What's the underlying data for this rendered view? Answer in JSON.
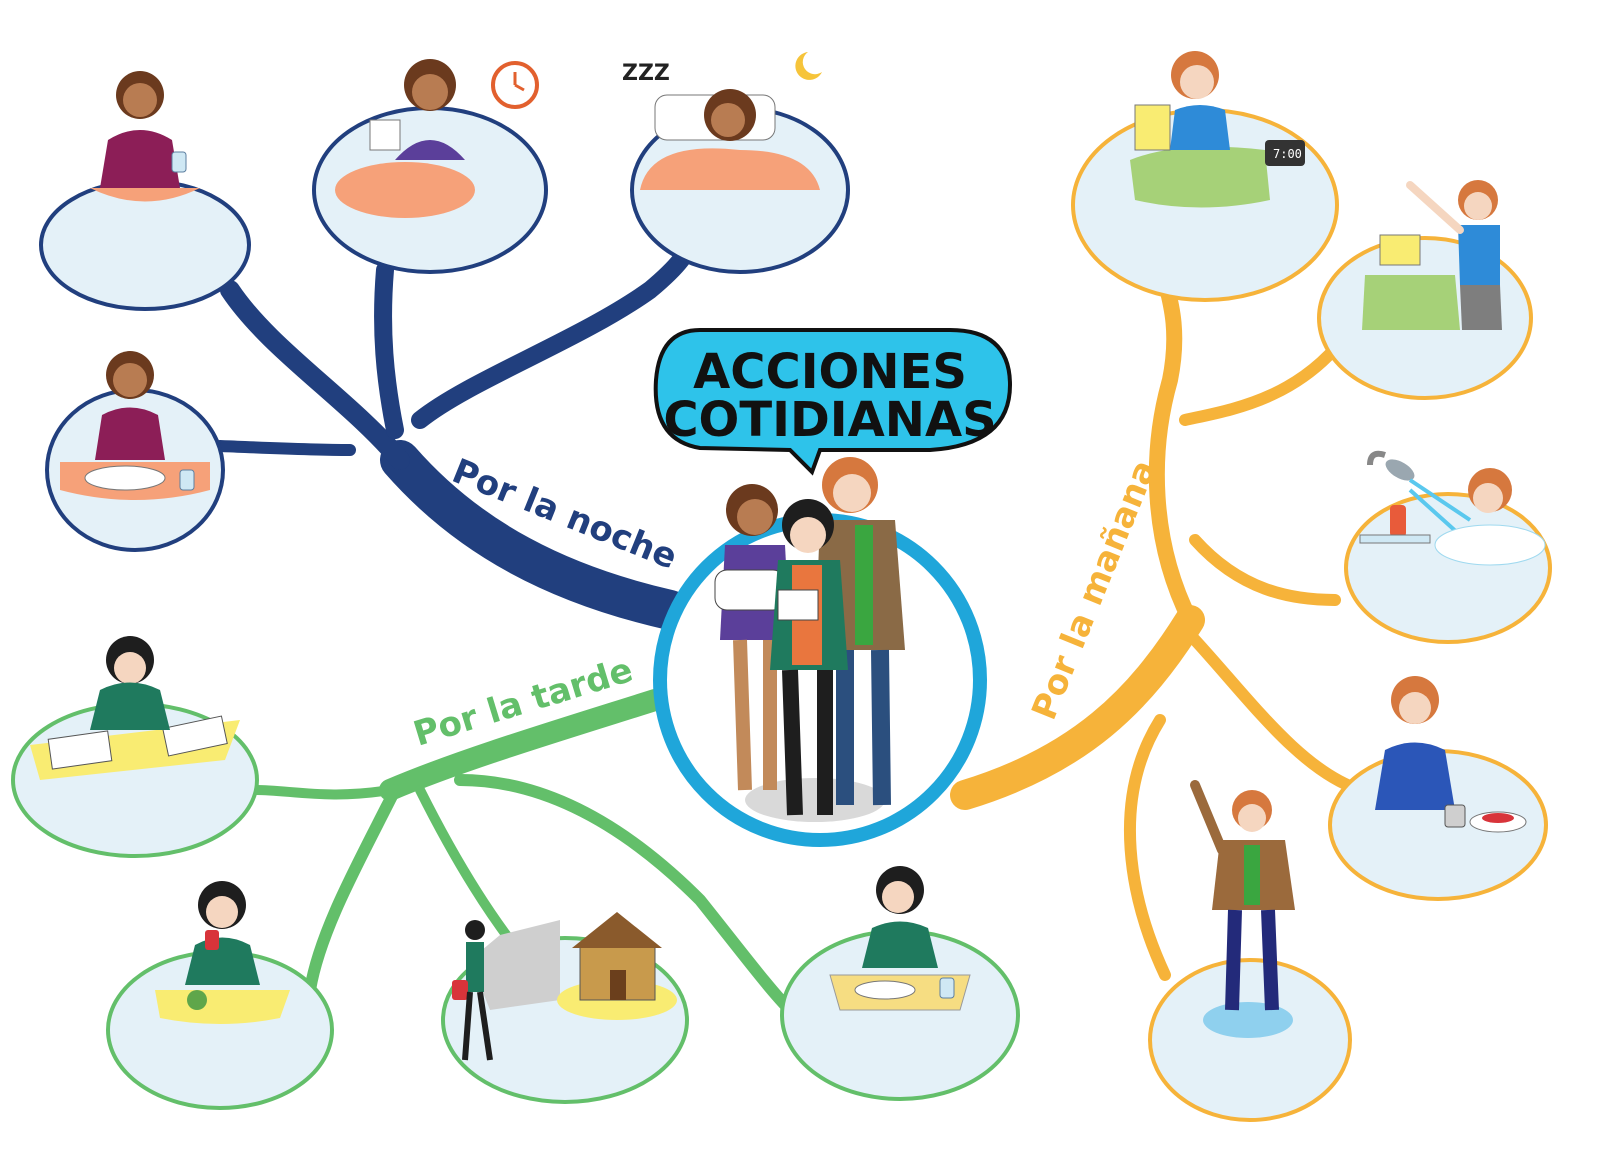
{
  "title": {
    "line1": "ACCIONES",
    "line2": "COTIDIANAS",
    "bubble_color": "#2ec3ea"
  },
  "center": {
    "ring_color": "#1fa6da",
    "fill_color": "#ffffff",
    "illustration": "three-teenagers"
  },
  "branches": [
    {
      "id": "noche",
      "label": "Por la noche",
      "color": "#213f7e",
      "activities": [
        "eating-snack-at-table",
        "yawning-in-bed",
        "sleeping-in-bed",
        "eating-dinner"
      ]
    },
    {
      "id": "tarde",
      "label": "Por la tarde",
      "color": "#63bf6a",
      "activities": [
        "doing-homework",
        "drinking-and-snack",
        "walking-home",
        "eating-lunch-at-cafeteria"
      ]
    },
    {
      "id": "manana",
      "label": "Por la mañana",
      "color": "#f6b33a",
      "activities": [
        "waking-up-with-alarm",
        "getting-out-of-bed",
        "showering",
        "having-breakfast",
        "getting-dressed"
      ]
    }
  ],
  "node_fill": "#e4f1f8"
}
